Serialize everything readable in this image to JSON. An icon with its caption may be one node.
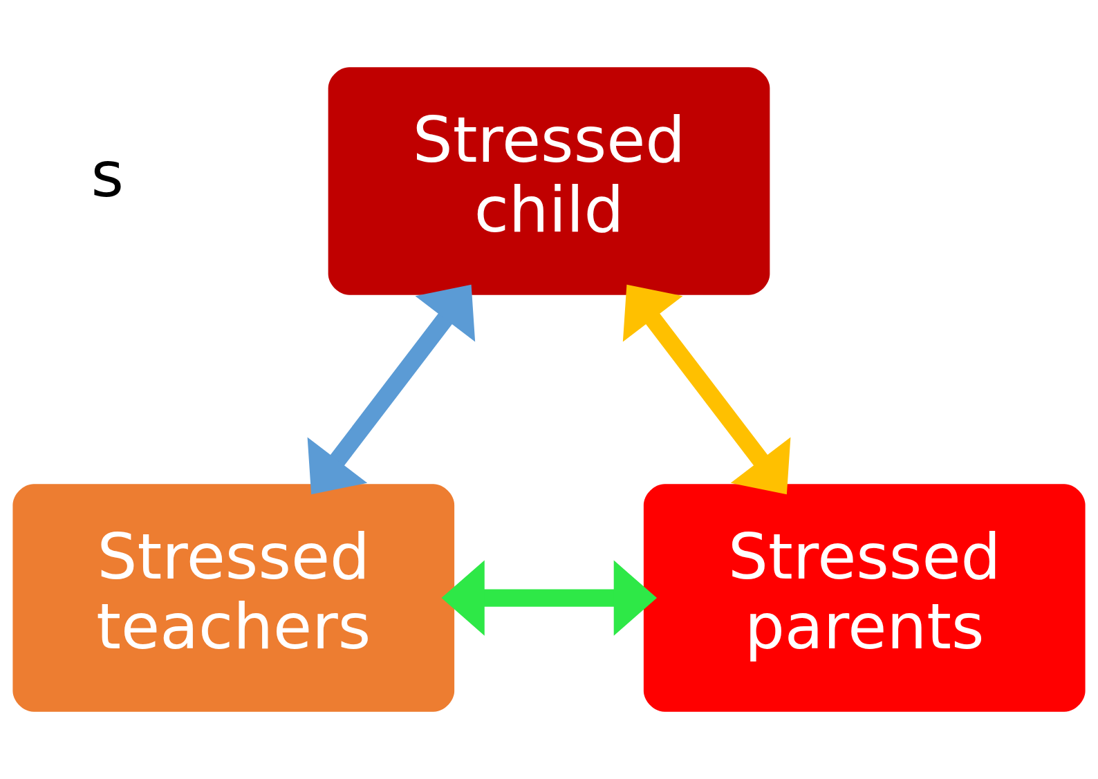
{
  "diagram": {
    "nodes": [
      {
        "text": [
          "Stressed child"
        ]
      },
      {
        "text": [
          "Stressed teachers"
        ]
      },
      {
        "text": [
          "Stressed parents"
        ]
      }
    ],
    "edges": [
      {
        "from": 0,
        "to": 1,
        "arrow": "both",
        "color": "#5b9bd5"
      },
      {
        "from": 0,
        "to": 2,
        "arrow": "both",
        "color": "#ffc000"
      },
      {
        "from": 1,
        "to": 2,
        "arrow": "both",
        "color": "#2ee847"
      }
    ],
    "labels": [
      "s"
    ]
  }
}
